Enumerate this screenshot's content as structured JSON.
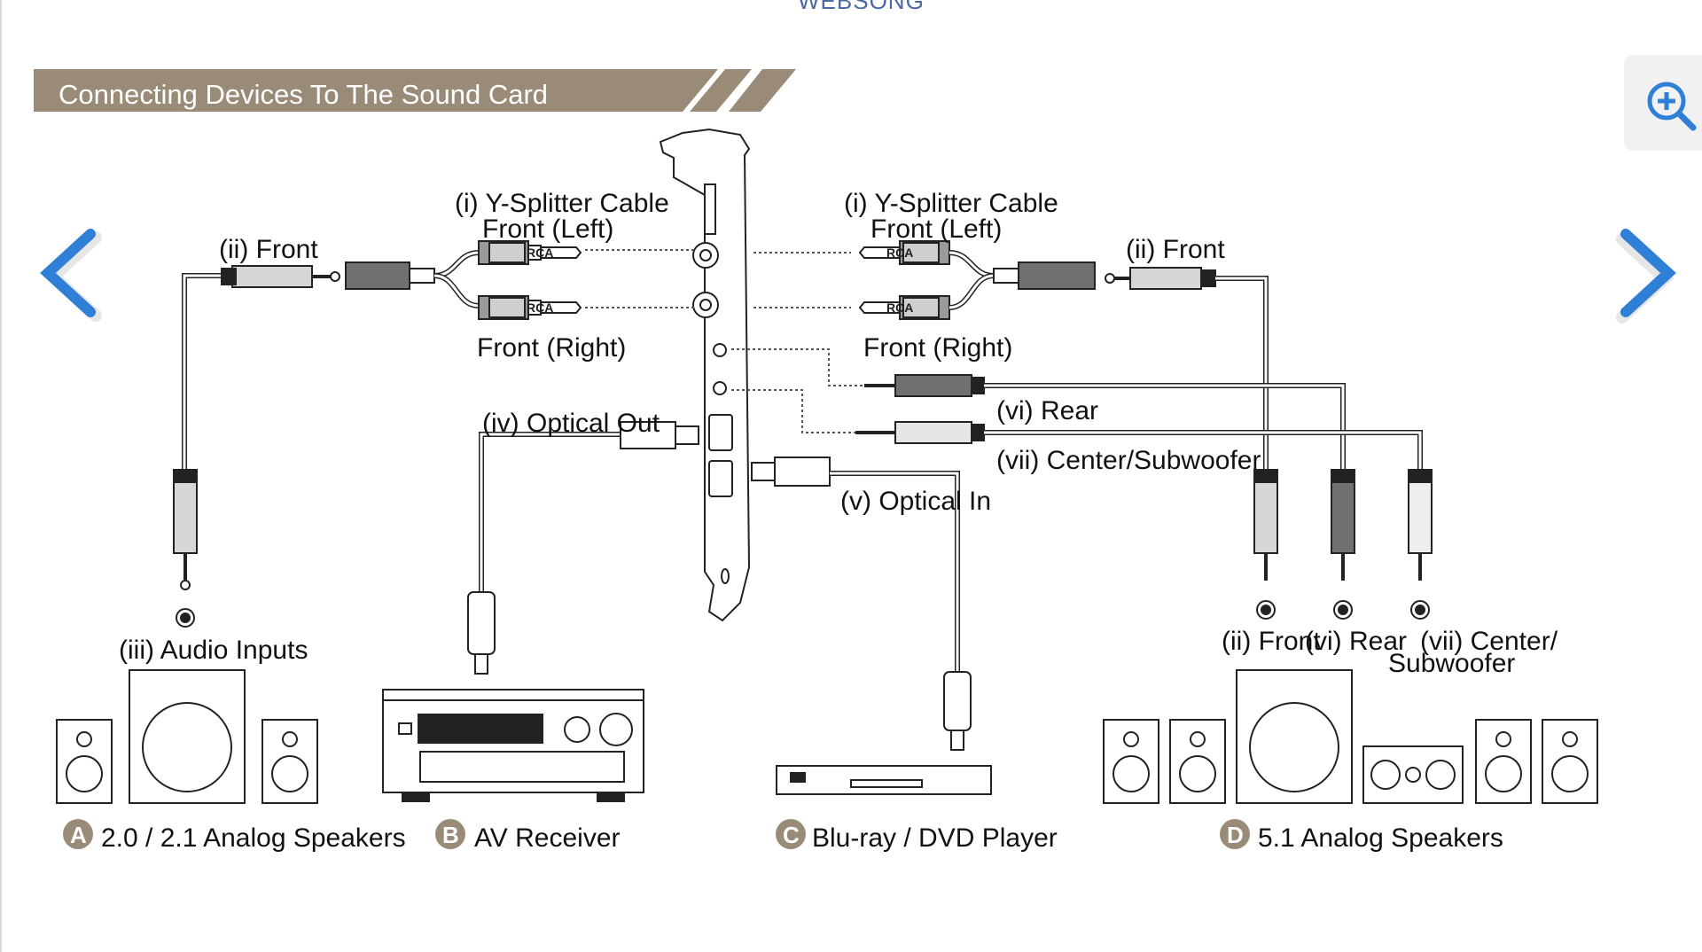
{
  "header": {
    "cut_title": "WEBSONG"
  },
  "banner": {
    "title": "Connecting Devices To The Sound Card",
    "color": "#9a8b79"
  },
  "labels": {
    "y_splitter_left": "(i) Y-Splitter Cable",
    "front_left_left": "Front (Left)",
    "y_splitter_right": "(i) Y-Splitter Cable",
    "front_left_right": "Front (Left)",
    "front_right_left": "Front (Right)",
    "front_right_right": "Front (Right)",
    "front_ii_left": "(ii) Front",
    "front_ii_right": "(ii) Front",
    "optical_out": "(iv) Optical Out",
    "optical_in": "(v) Optical In",
    "rear_vi": "(vi) Rear",
    "center_sub_vii": "(vii) Center/Subwoofer",
    "audio_inputs": "(iii) Audio Inputs",
    "d_front": "(ii) Front",
    "d_rear": "(vi) Rear",
    "d_center": "(vii) Center/",
    "d_subwoofer": "Subwoofer",
    "rca": "RCA"
  },
  "devices": [
    {
      "letter": "A",
      "label": "2.0 / 2.1 Analog Speakers"
    },
    {
      "letter": "B",
      "label": "AV Receiver"
    },
    {
      "letter": "C",
      "label": "Blu-ray / DVD Player"
    },
    {
      "letter": "D",
      "label": "5.1 Analog Speakers"
    }
  ],
  "nav": {
    "prev_icon": "chevron-left-icon",
    "next_icon": "chevron-right-icon",
    "color": "#2f7fd6"
  },
  "zoom": {
    "icon": "zoom-in-icon",
    "color": "#2f7fd6"
  }
}
